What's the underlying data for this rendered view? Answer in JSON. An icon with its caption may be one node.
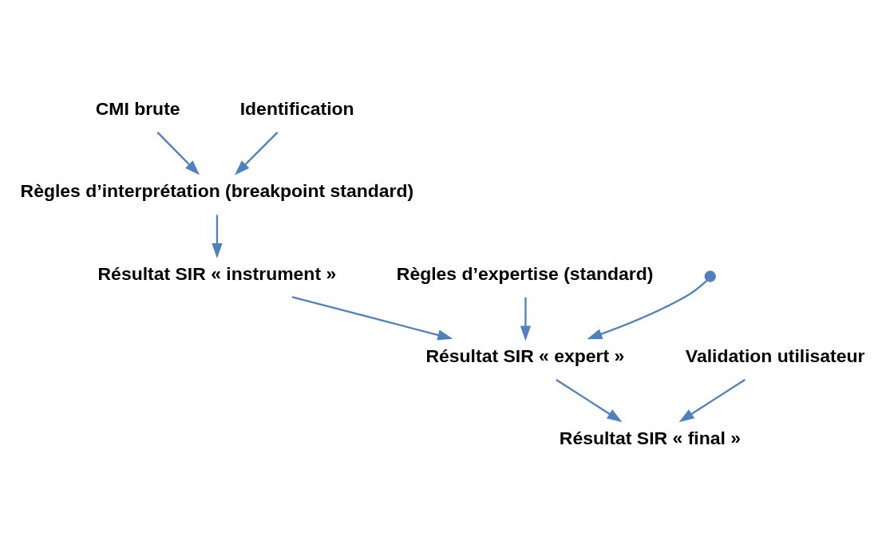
{
  "diagram": {
    "nodes": [
      {
        "text": [
          "CMI brute"
        ]
      },
      {
        "text": [
          "Identification"
        ]
      },
      {
        "text": [
          "Règles d’interprétation (breakpoint standard)"
        ]
      },
      {
        "text": [
          "Résultat SIR « instrument »"
        ]
      },
      {
        "text": [
          "Règles d’expertise (standard)"
        ]
      },
      {
        "text": [],
        "shape": "circle"
      },
      {
        "text": [
          "Résultat SIR « expert »"
        ]
      },
      {
        "text": [
          "Validation utilisateur"
        ]
      },
      {
        "text": [
          "Résultat SIR « final »"
        ]
      }
    ],
    "edges": [
      {
        "from": 0,
        "to": 2,
        "arrow": "to"
      },
      {
        "from": 1,
        "to": 2,
        "arrow": "to"
      },
      {
        "from": 2,
        "to": 3,
        "arrow": "to"
      },
      {
        "from": 3,
        "to": 6,
        "arrow": "to"
      },
      {
        "from": 4,
        "to": 6,
        "arrow": "to"
      },
      {
        "from": 5,
        "to": 6,
        "arrow": "to"
      },
      {
        "from": 6,
        "to": 8,
        "arrow": "to"
      },
      {
        "from": 7,
        "to": 8,
        "arrow": "to"
      }
    ]
  }
}
